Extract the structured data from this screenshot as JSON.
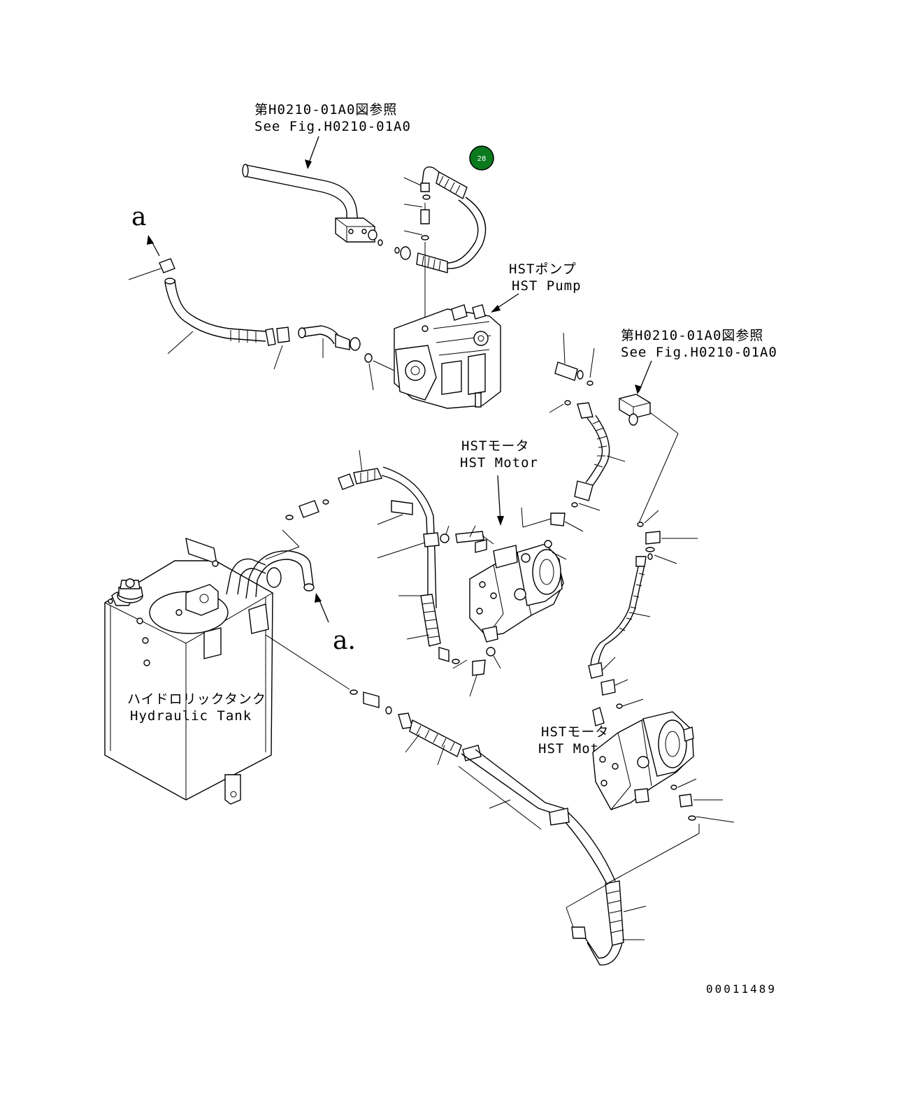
{
  "callouts": {
    "see_fig_1": {
      "jp": "第H0210-01A0図参照",
      "en": "See Fig.H0210-01A0"
    },
    "see_fig_2": {
      "jp": "第H0210-01A0図参照",
      "en": "See Fig.H0210-01A0"
    },
    "hst_pump": {
      "jp": "HSTポンプ",
      "en": "HST Pump"
    },
    "hst_motor_1": {
      "jp": "HSTモータ",
      "en": "HST Motor"
    },
    "hst_motor_2": {
      "jp": "HSTモータ",
      "en": "HST Motor"
    },
    "hydraulic_tank": {
      "jp": "ハイドロリックタンク",
      "en": "Hydraulic Tank"
    },
    "ref_a_top": "a",
    "ref_a_bottom": "a."
  },
  "highlight": {
    "number": "28",
    "color": "#0b7a1e"
  },
  "drawing_number": "00011489"
}
